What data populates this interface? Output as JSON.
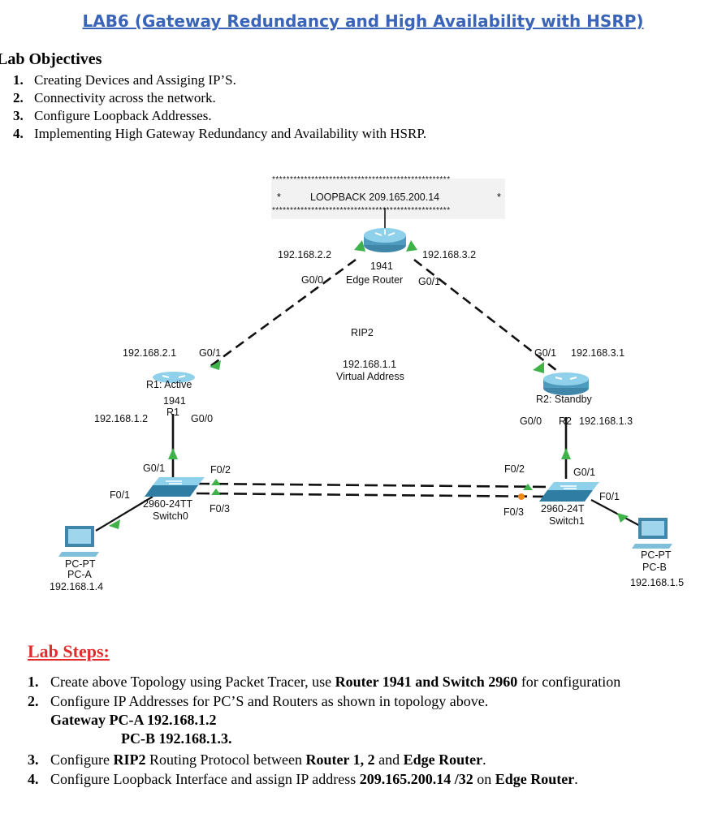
{
  "title": "LAB6 (Gateway Redundancy and High Availability with HSRP)",
  "objectives": {
    "heading": "Lab Objectives",
    "items": [
      {
        "num": "1.",
        "text": "Creating Devices and Assiging IP’S."
      },
      {
        "num": "2.",
        "text": "Connectivity across the network."
      },
      {
        "num": "3.",
        "text": "Configure Loopback Addresses."
      },
      {
        "num": "4.",
        "text": "Implementing High Gateway Redundancy and Availability with HSRP."
      }
    ]
  },
  "topology": {
    "loopback": {
      "stars": "**************************************************",
      "text": "LOOPBACK   209.165.200.14",
      "star": "*"
    },
    "edge": {
      "ip_left": "192.168.2.2",
      "ip_right": "192.168.3.2",
      "model": "1941",
      "name": "Edge Router",
      "port_left": "G0/0",
      "port_right": "G0/1"
    },
    "protocol": "RIP2",
    "virtual_ip": "192.168.1.1",
    "virtual_label": "Virtual Address",
    "r1": {
      "ip_up": "192.168.2.1",
      "port_up": "G0/1",
      "name": "R1: Active",
      "model": "1941",
      "tag": "R1",
      "ip_down": "192.168.1.2",
      "port_down": "G0/0"
    },
    "r2": {
      "port_up": "G0/1",
      "ip_up": "192.168.3.1",
      "name": "R2: Standby",
      "port_down": "G0/0",
      "tag": "R2",
      "ip_down": "192.168.1.3"
    },
    "sw0": {
      "port_up": "G0/1",
      "port_a": "F0/2",
      "port_b": "F0/3",
      "port_pc": "F0/1",
      "model": "2960-24TT",
      "name": "Switch0"
    },
    "sw1": {
      "port_a": "F0/2",
      "port_up": "G0/1",
      "port_b": "F0/3",
      "port_pc": "F0/1",
      "model": "2960-24T",
      "name": "Switch1"
    },
    "pca": {
      "type": "PC-PT",
      "name": "PC-A",
      "ip": "192.168.1.4"
    },
    "pcb": {
      "type": "PC-PT",
      "name": "PC-B",
      "ip": "192.168.1.5"
    }
  },
  "steps": {
    "heading": "Lab Steps:",
    "s1_pre": "Create above Topology using Packet Tracer, use ",
    "s1_bold": "Router 1941 and Switch 2960",
    "s1_post": " for configuration",
    "s2": "Configure IP Addresses for PC’S and Routers as shown in topology above.",
    "gateway_a": "Gateway PC-A 192.168.1.2",
    "gateway_b": "PC-B 192.168.1.3.",
    "s3_pre": "Configure ",
    "s3_b1": "RIP2",
    "s3_mid": " Routing Protocol between ",
    "s3_b2": "Router 1, 2",
    "s3_and": " and ",
    "s3_b3": "Edge Router",
    "s3_end": ".",
    "s4_pre": "Configure Loopback Interface and assign IP address ",
    "s4_b1": "209.165.200.14 /32",
    "s4_on": " on ",
    "s4_b2": "Edge Router",
    "s4_end": ".",
    "nums": [
      "1.",
      "2.",
      "3.",
      "4."
    ]
  },
  "colors": {
    "title": "#3a64b8",
    "steps_heading": "#e32b2b",
    "link_up": "#3fb24a",
    "device": "#5aa7c9"
  }
}
